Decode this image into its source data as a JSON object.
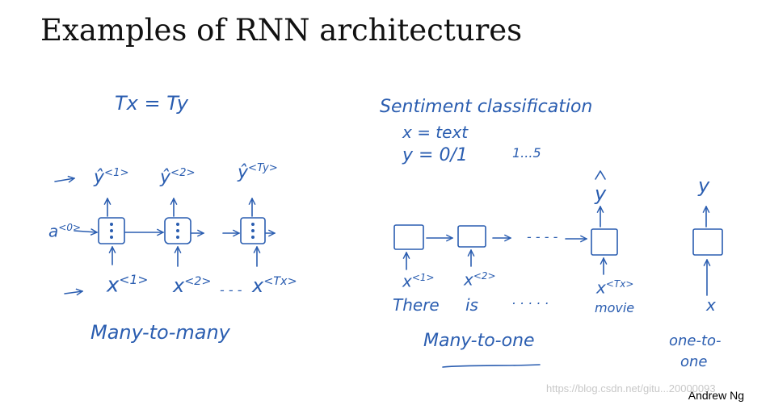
{
  "title": "Examples of RNN architectures",
  "author": "Andrew Ng",
  "watermark": "https://blog.csdn.net/gitu...20000093",
  "ink_color": "#2a5db0",
  "left": {
    "condition": "Tx = Ty",
    "activation_label": "a",
    "activation_sup": "<0>",
    "outputs": [
      {
        "base": "ŷ",
        "sup": "<1>"
      },
      {
        "base": "ŷ",
        "sup": "<2>"
      },
      {
        "base": "ŷ",
        "sup": "<Ty>"
      }
    ],
    "inputs": [
      {
        "base": "x",
        "sup": "<1>"
      },
      {
        "base": "x",
        "sup": "<2>"
      },
      {
        "base": "x",
        "sup": "<Tx>"
      }
    ],
    "ellipsis": "- - -",
    "label": "Many-to-many"
  },
  "right": {
    "heading": "Sentiment classification",
    "line1": "x = text",
    "line2": "y = 0/1",
    "range": "1...5",
    "inputs": [
      {
        "base": "x",
        "sup": "<1>"
      },
      {
        "base": "x",
        "sup": "<2>"
      },
      {
        "base": "x",
        "sup": "<Tx>"
      }
    ],
    "words": [
      "There",
      "is",
      "movie"
    ],
    "word_dots": ". . . . .",
    "chain_dots": "- - - -",
    "output": "y",
    "label": "Many-to-one"
  },
  "one": {
    "output": "y",
    "input": "x",
    "label_line1": "one-to-",
    "label_line2": "one"
  }
}
